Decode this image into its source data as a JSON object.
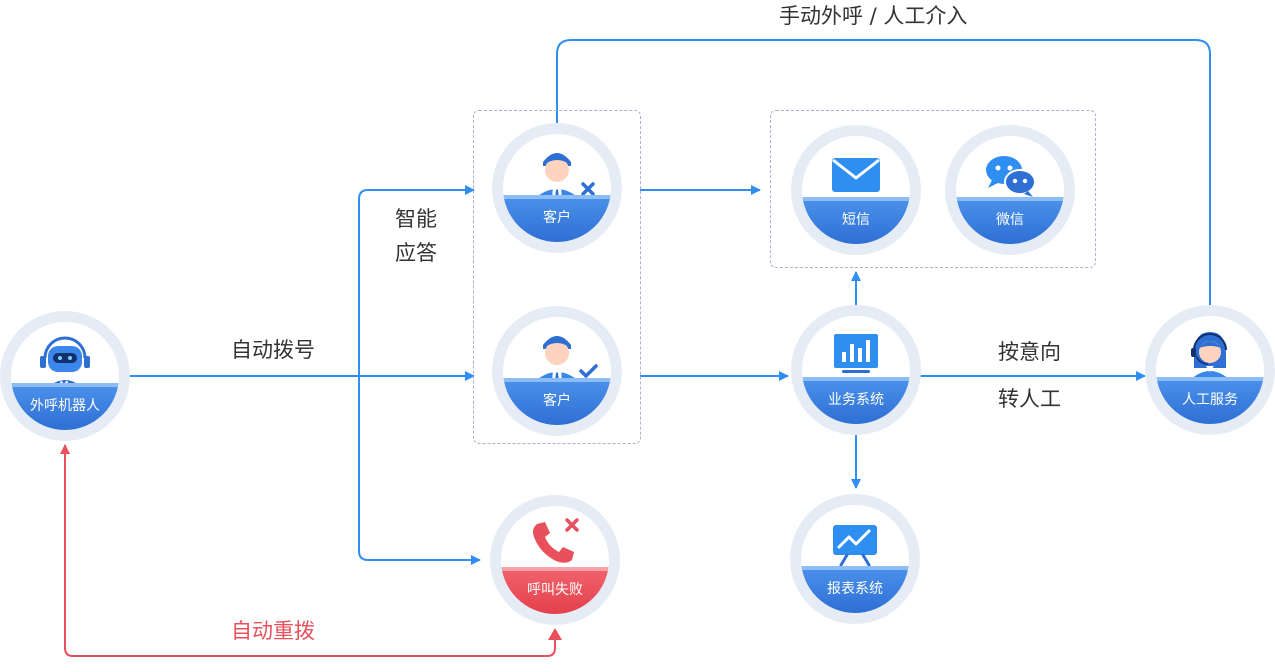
{
  "nodes": {
    "robot": {
      "label": "外呼机器人",
      "icon": "robot-headset-icon"
    },
    "customer_fail": {
      "label": "客户",
      "icon": "user-cross-icon"
    },
    "customer_ok": {
      "label": "客户",
      "icon": "user-check-icon"
    },
    "call_fail": {
      "label": "呼叫失败",
      "icon": "phone-cross-icon"
    },
    "sms": {
      "label": "短信",
      "icon": "envelope-icon"
    },
    "wechat": {
      "label": "微信",
      "icon": "wechat-bubbles-icon"
    },
    "business": {
      "label": "业务系统",
      "icon": "bar-chart-monitor-icon"
    },
    "report": {
      "label": "报表系统",
      "icon": "trend-board-icon"
    },
    "agent": {
      "label": "人工服务",
      "icon": "agent-headset-icon"
    }
  },
  "edges": {
    "auto_dial": "自动拨号",
    "smart_answer_line1": "智能",
    "smart_answer_line2": "应答",
    "manual_call": "手动外呼 / 人工介入",
    "intent_line1": "按意向",
    "intent_line2": "转人工",
    "auto_redial": "自动重拨"
  },
  "colors": {
    "flow_blue": "#2f8ff0",
    "fail_red": "#e8505b",
    "ring": "#e6ecf6",
    "dashed_border": "#a9b0d4"
  }
}
